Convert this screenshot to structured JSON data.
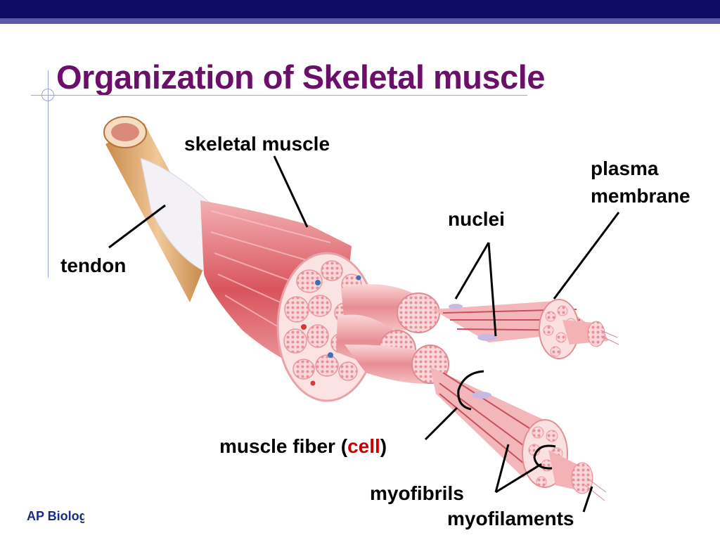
{
  "slide": {
    "title": "Organization of Skeletal muscle",
    "footer": "AP Biology",
    "colors": {
      "bar": "#0d0d66",
      "title": "#6b0f6b",
      "accent": "#cc0000",
      "footer": "#1a2a8c"
    }
  },
  "labels": {
    "skeletal_muscle": "skeletal muscle",
    "plasma": "plasma",
    "membrane": "membrane",
    "nuclei": "nuclei",
    "tendon": "tendon",
    "muscle_fiber_prefix": "muscle fiber (",
    "cell": "cell",
    "muscle_fiber_suffix": ")",
    "myofibrils": "myofibrils",
    "myofilaments": "myofilaments"
  }
}
